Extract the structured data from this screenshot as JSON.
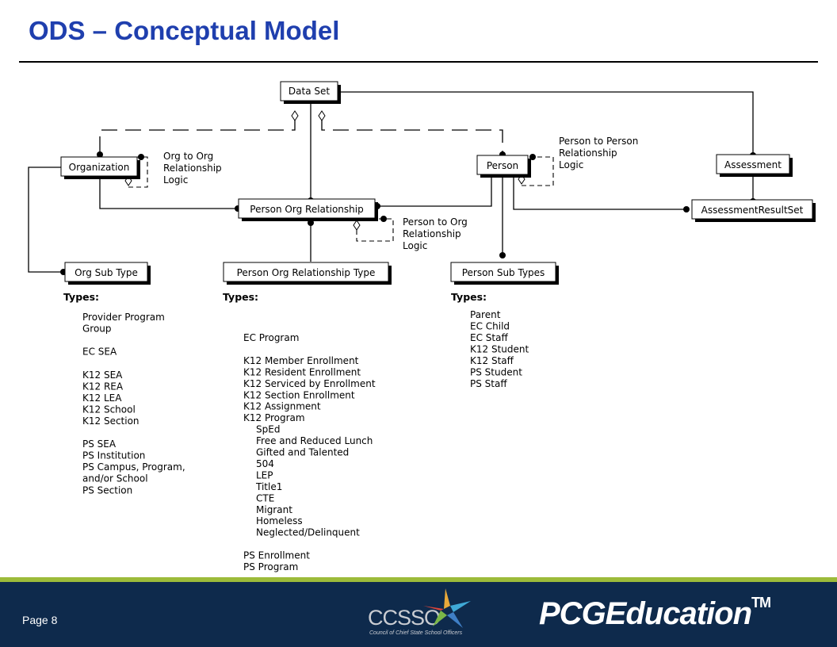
{
  "title": "ODS – Conceptual Model",
  "diagram": {
    "entities": {
      "data_set": "Data Set",
      "organization": "Organization",
      "person_org_relationship": "Person Org Relationship",
      "person": "Person",
      "assessment": "Assessment",
      "assessment_result_set": "AssessmentResultSet",
      "org_sub_type": "Org Sub Type",
      "person_org_relationship_type": "Person Org Relationship Type",
      "person_sub_types": "Person Sub Types"
    },
    "notes": {
      "org_to_org": [
        "Org to Org",
        "Relationship",
        "Logic"
      ],
      "person_to_person": [
        "Person to Person",
        "Relationship",
        "Logic"
      ],
      "person_to_org": [
        "Person to Org",
        "Relationship",
        "Logic"
      ]
    },
    "types_heading": "Types:",
    "org_sub_types": [
      "Provider Program",
      "Group",
      "",
      "EC SEA",
      "",
      "K12 SEA",
      "K12 REA",
      "K12 LEA",
      "K12 School",
      "K12 Section",
      "",
      "PS SEA",
      "PS Institution",
      "PS Campus, Program,",
      "and/or School",
      "PS Section"
    ],
    "person_org_relationship_types": [
      "EC Program",
      "",
      "K12 Member Enrollment",
      "K12 Resident Enrollment",
      "K12 Serviced by Enrollment",
      "K12 Section Enrollment",
      "K12 Assignment",
      "K12 Program",
      "  SpEd",
      "  Free and Reduced Lunch",
      "  Gifted and Talented",
      "  504",
      "  LEP",
      "  Title1",
      "  CTE",
      "  Migrant",
      "  Homeless",
      "  Neglected/Delinquent",
      "",
      "PS Enrollment",
      "PS Program"
    ],
    "person_sub_types": [
      "Parent",
      "EC Child",
      "EC Staff",
      "K12 Student",
      "K12 Staff",
      "PS Student",
      "PS Staff"
    ]
  },
  "footer": {
    "page_number": "Page 8",
    "ccsso_logo_text": "CCSSO",
    "ccsso_tagline": "Council of Chief State School Officers",
    "pcg_logo_text": "PCGEducation",
    "pcg_tm": "TM",
    "colors": {
      "band": "#9cbb3a",
      "footer": "#0e2a4c",
      "title": "#1f3fae"
    }
  }
}
